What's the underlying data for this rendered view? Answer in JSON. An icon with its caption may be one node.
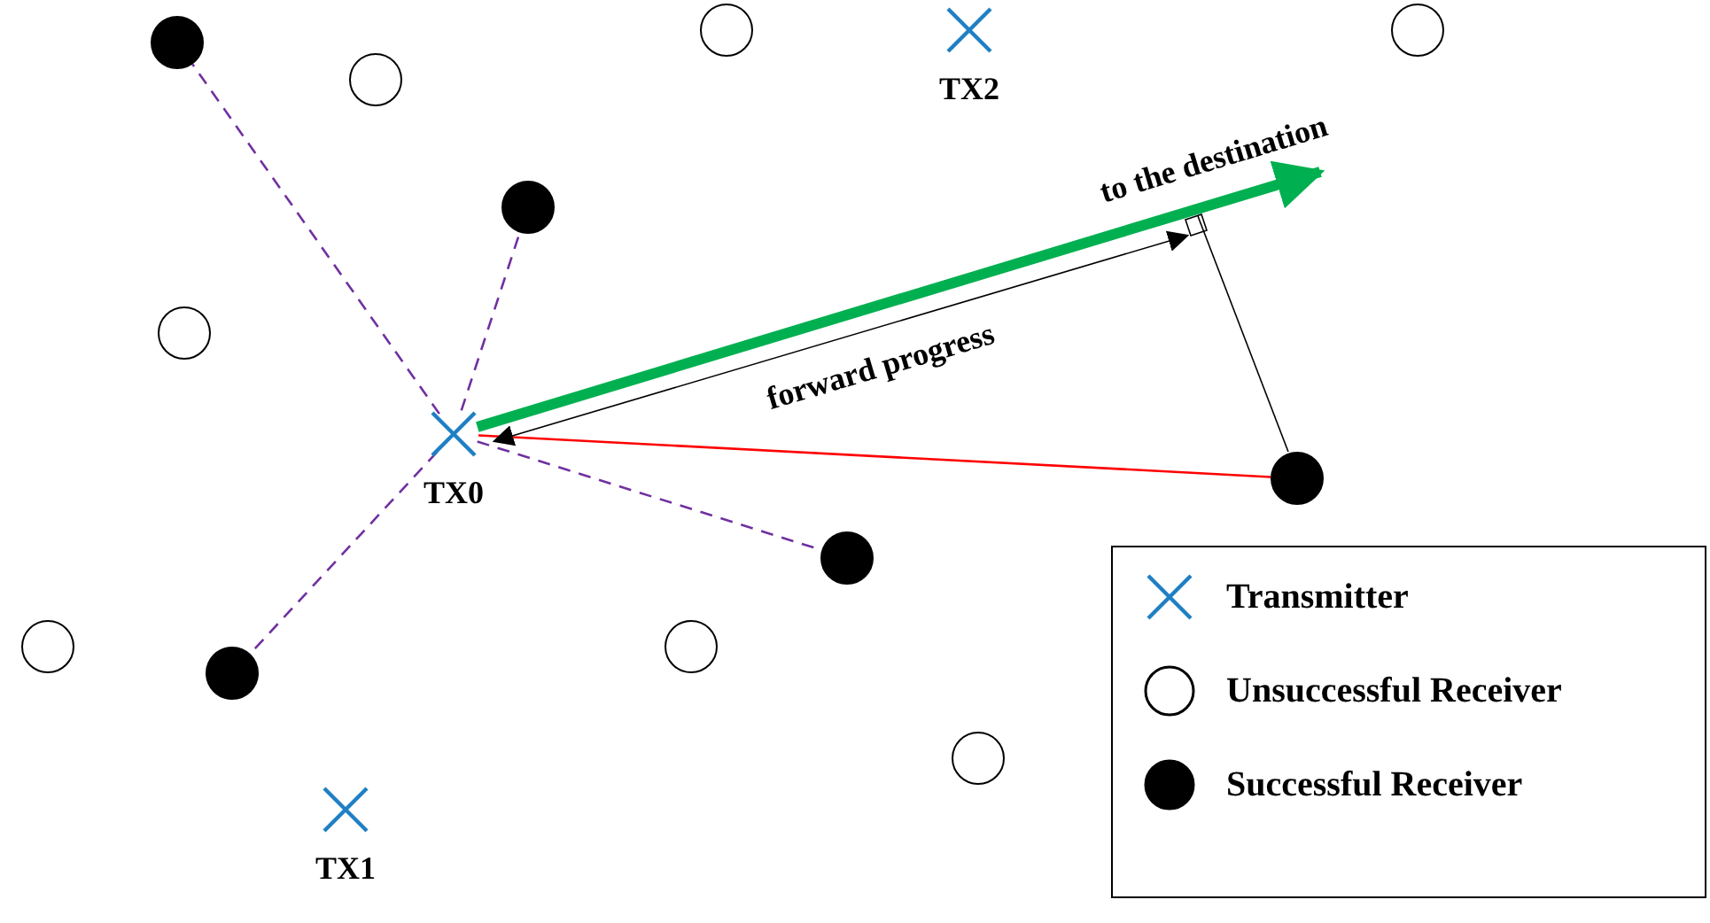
{
  "diagram": {
    "nodes": [
      {
        "text": [],
        "shape": "circle"
      },
      {
        "text": [],
        "shape": "circle"
      },
      {
        "text": [
          "TX2"
        ]
      },
      {
        "text": [],
        "shape": "circle"
      },
      {
        "text": [],
        "shape": "circle"
      },
      {
        "text": [],
        "shape": "circle"
      },
      {
        "text": [],
        "shape": "circle"
      },
      {
        "text": [
          "TX0"
        ]
      },
      {
        "text": [],
        "shape": "circle"
      },
      {
        "text": [],
        "shape": "circle"
      },
      {
        "text": [],
        "shape": "circle"
      },
      {
        "text": [],
        "shape": "circle"
      },
      {
        "text": [],
        "shape": "circle"
      },
      {
        "text": [],
        "shape": "circle"
      },
      {
        "text": [
          "TX1"
        ]
      }
    ],
    "edges": [
      {
        "from": 7,
        "to": 0,
        "arrow": "none",
        "style": "dashed"
      },
      {
        "from": 7,
        "to": 5,
        "arrow": "none",
        "style": "dashed"
      },
      {
        "from": 7,
        "to": 9,
        "arrow": "none",
        "style": "dashed"
      },
      {
        "from": 7,
        "to": 12,
        "arrow": "none",
        "style": "dashed"
      },
      {
        "from": 7,
        "to": 8,
        "arrow": "none",
        "color": "#ff0000"
      },
      {
        "from": 7,
        "to": null,
        "arrow": "to",
        "label": "to the destination",
        "style": "thick",
        "color": "#00b050"
      }
    ],
    "labels": [
      "forward progress"
    ],
    "legend": [
      {
        "text": "Transmitter"
      },
      {
        "text": "Unsuccessful Receiver"
      },
      {
        "text": "Successful Receiver"
      }
    ]
  }
}
